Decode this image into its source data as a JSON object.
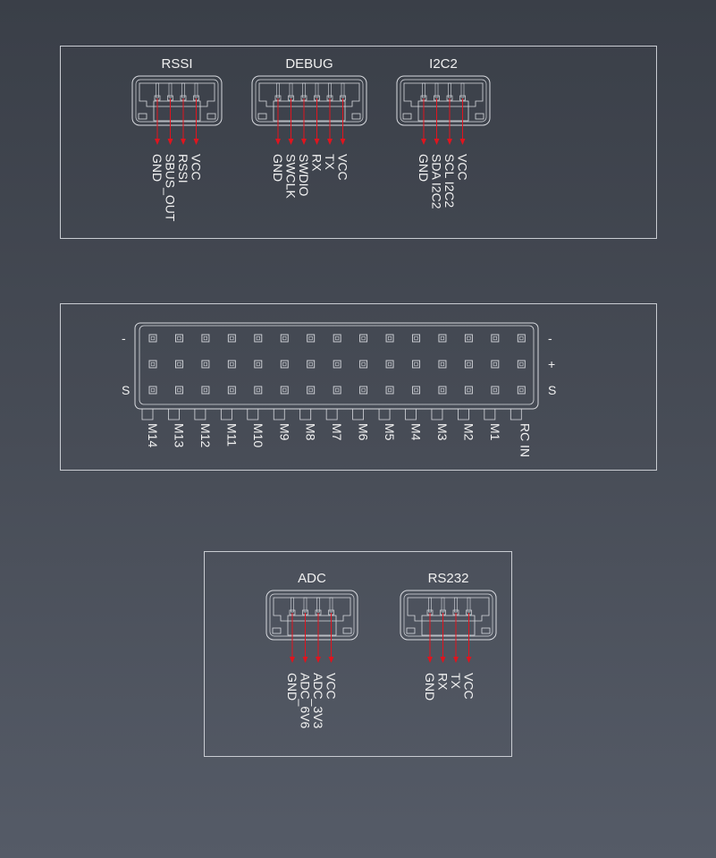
{
  "connectors": [
    {
      "id": "rssi",
      "title": "RSSI",
      "pins": [
        "GND",
        "SBUS_OUT",
        "RSSI",
        "VCC"
      ]
    },
    {
      "id": "debug",
      "title": "DEBUG",
      "pins": [
        "GND",
        "SWCLK",
        "SWDIO",
        "RX",
        "TX",
        "VCC"
      ]
    },
    {
      "id": "i2c2",
      "title": "I2C2",
      "pins": [
        "GND",
        "SDA I2C2",
        "SCL I2C2",
        "VCC"
      ]
    },
    {
      "id": "adc",
      "title": "ADC",
      "pins": [
        "GND",
        "ADC_6V6",
        "ADC_3V3",
        "VCC"
      ]
    },
    {
      "id": "rs232",
      "title": "RS232",
      "pins": [
        "GND",
        "RX",
        "TX",
        "VCC"
      ]
    }
  ],
  "header": {
    "columns": [
      "M14",
      "M13",
      "M12",
      "M11",
      "M10",
      "M9",
      "M8",
      "M7",
      "M6",
      "M5",
      "M4",
      "M3",
      "M2",
      "M1",
      "RC IN"
    ],
    "left_rows": [
      "-",
      "",
      "S"
    ],
    "right_rows": [
      "-",
      "+",
      "S"
    ]
  },
  "colors": {
    "arrow": "#e0141e",
    "line": "#d8dadf"
  }
}
